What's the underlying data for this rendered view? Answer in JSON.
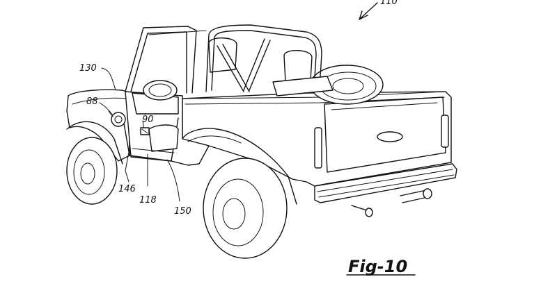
{
  "figure": {
    "label": "Fig-10",
    "reference_numerals": {
      "vehicle": "110",
      "body": "130",
      "lamp": "88",
      "switch": "90",
      "door_opening": "146",
      "floor": "118",
      "step": "150"
    }
  }
}
